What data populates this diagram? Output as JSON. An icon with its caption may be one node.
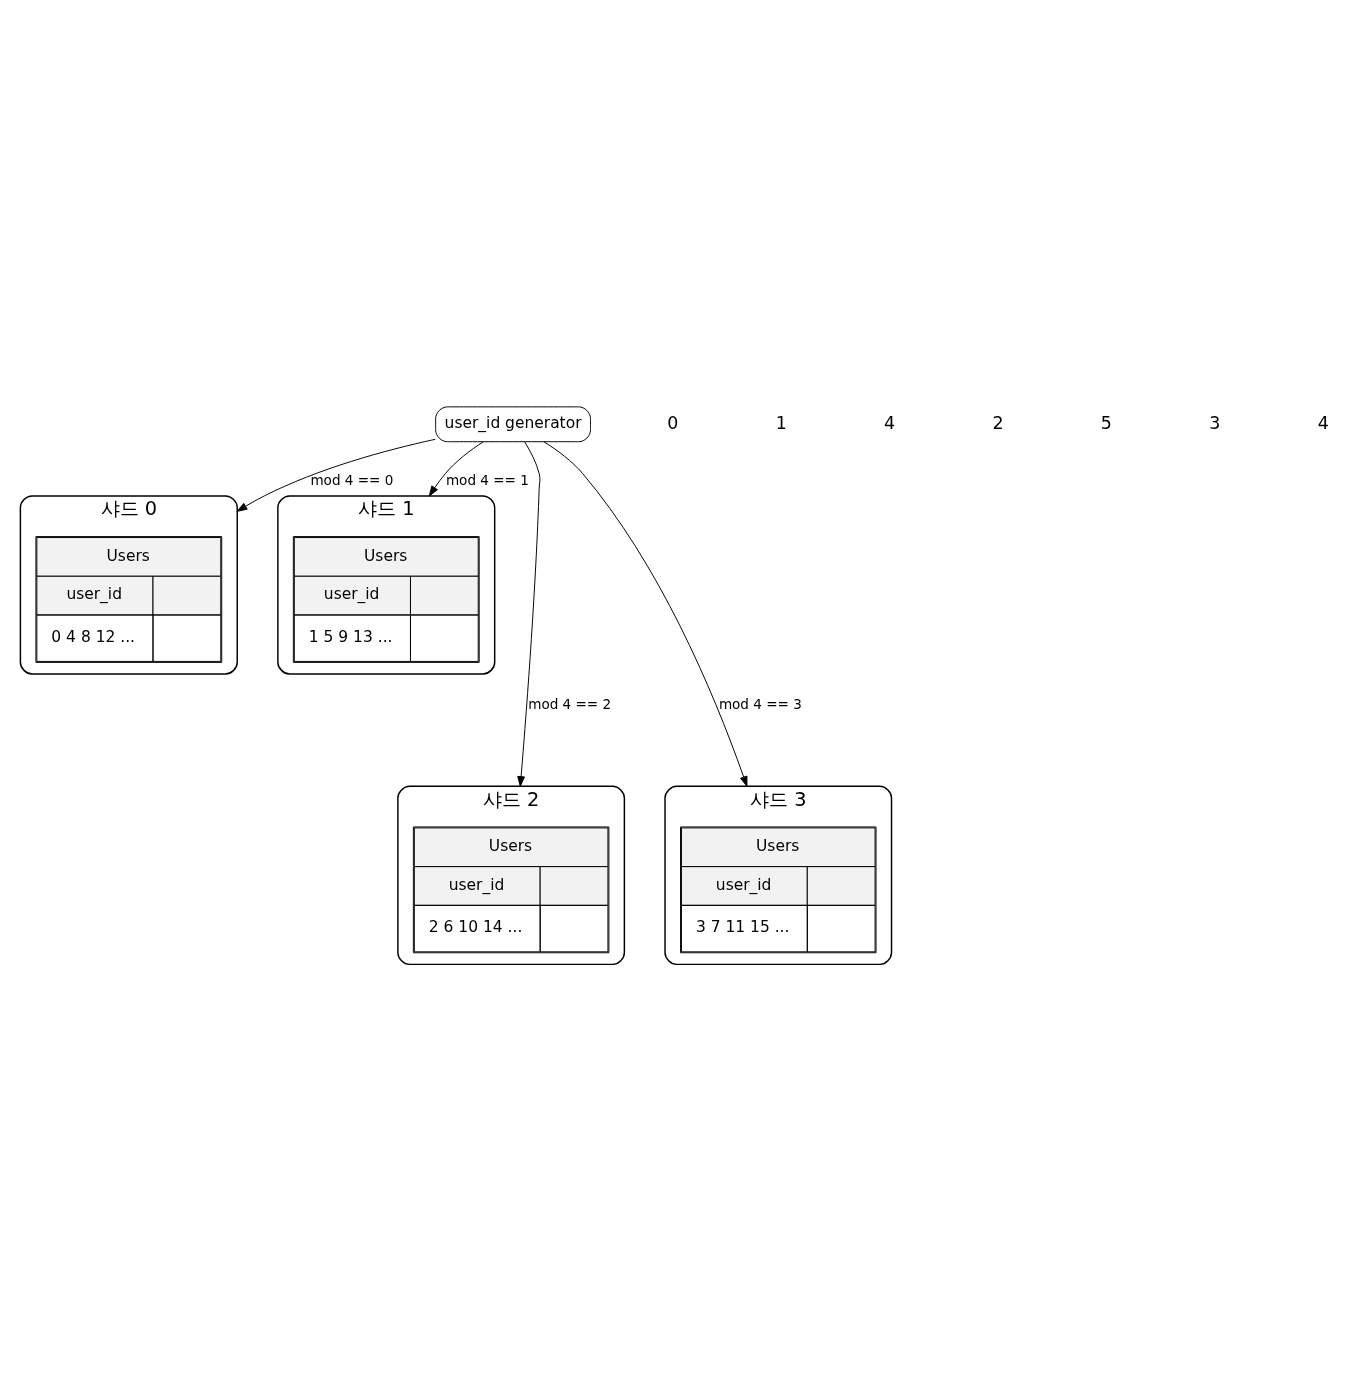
{
  "diagram": {
    "nodes": [
      {
        "text": [
          "샤드 0"
        ]
      },
      {
        "text": [
          "Users",
          "user_id",
          "0 4 8 12 ..."
        ],
        "in": 0
      },
      {
        "text": [
          "user_id generator"
        ]
      },
      {
        "text": [
          "샤드 1"
        ]
      },
      {
        "text": [
          "Users",
          "user_id",
          "1 5 9 13 ..."
        ],
        "in": 3
      },
      {
        "text": [
          "샤드 2"
        ]
      },
      {
        "text": [
          "Users",
          "user_id",
          "2 6 10 14 ..."
        ],
        "in": 5
      },
      {
        "text": [
          "샤드 3"
        ]
      },
      {
        "text": [
          "Users",
          "user_id",
          "3 7 11 15 ..."
        ],
        "in": 7
      }
    ],
    "edges": [
      {
        "from": 2,
        "to": 0,
        "arrow": "to",
        "label": "mod 4 == 0"
      },
      {
        "from": 2,
        "to": 3,
        "arrow": "to",
        "label": "mod 4 == 1"
      },
      {
        "from": 2,
        "to": 5,
        "arrow": "to",
        "label": "mod 4 == 2"
      },
      {
        "from": 2,
        "to": 7,
        "arrow": "to",
        "label": "mod 4 == 3"
      }
    ],
    "labels": [
      "0",
      "1",
      "4",
      "2",
      "5",
      "3",
      "4"
    ]
  }
}
